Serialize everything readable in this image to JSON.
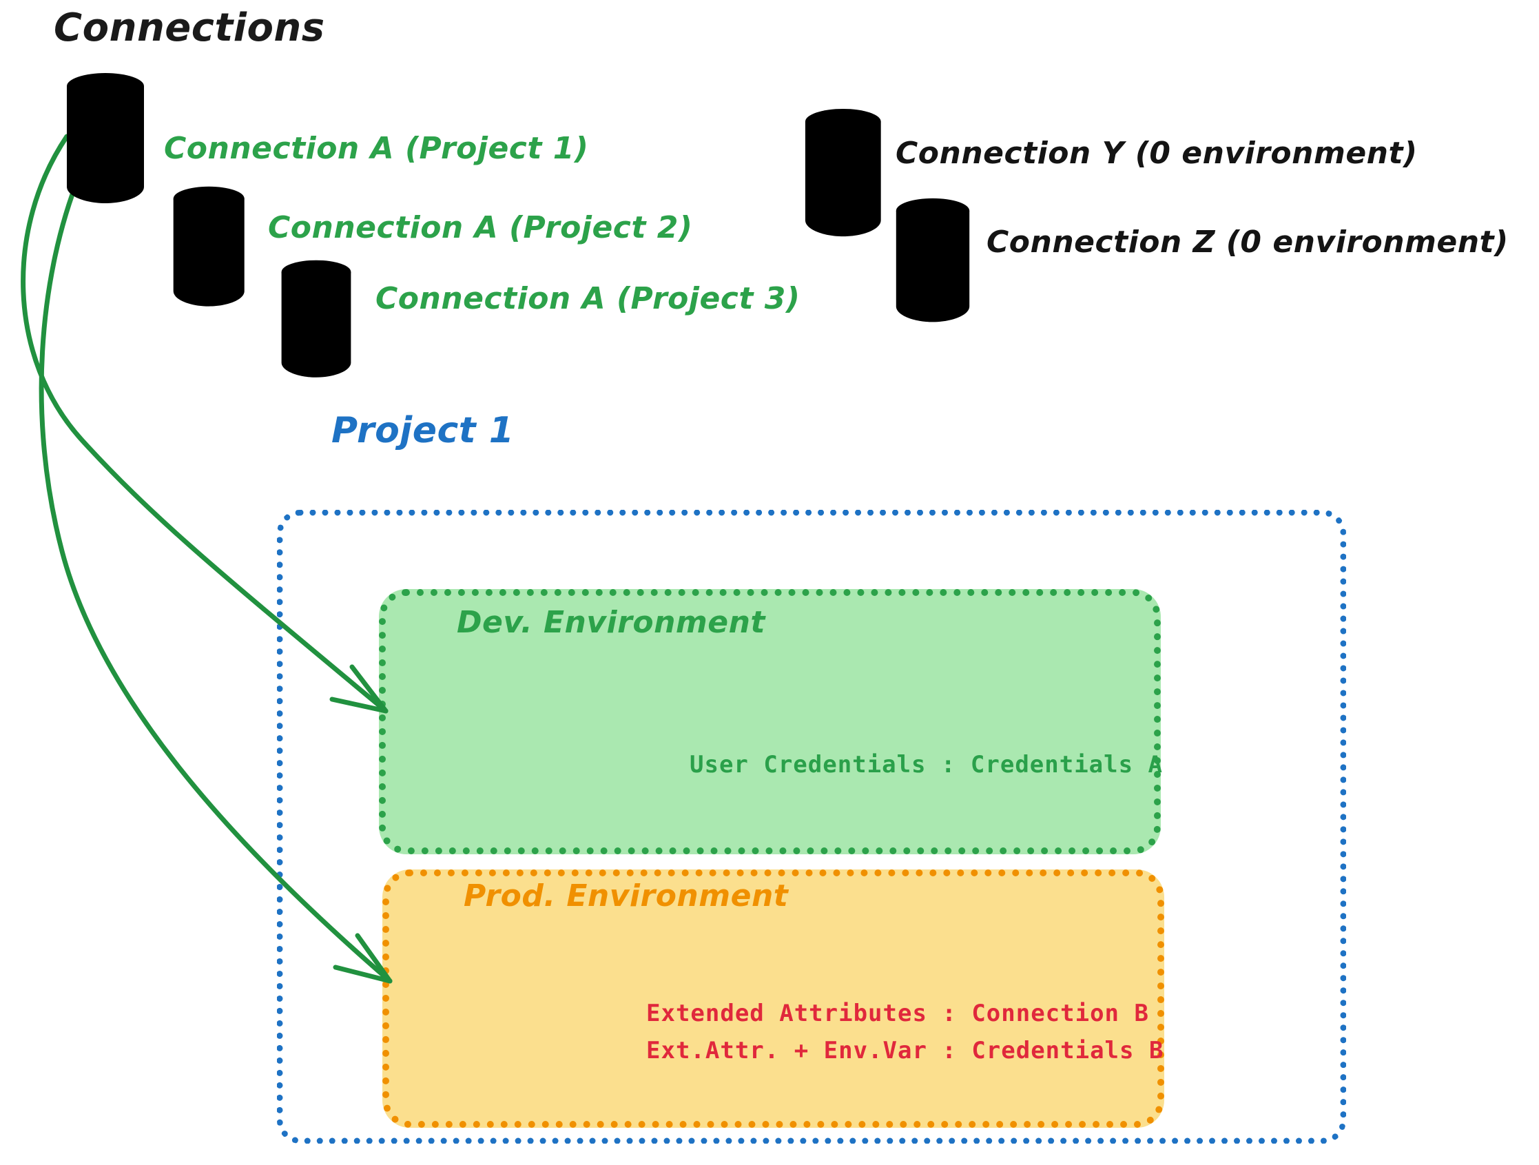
{
  "diagram": {
    "title": "Connections",
    "project_title": "Project 1",
    "connections_green": [
      {
        "label": "Connection A (Project 1)",
        "icon": "database-cylinder-icon",
        "color": "#2ca24a"
      },
      {
        "label": "Connection A (Project 2)",
        "icon": "database-cylinder-icon",
        "color": "#2ca24a"
      },
      {
        "label": "Connection A (Project 3)",
        "icon": "database-cylinder-icon",
        "color": "#2ca24a"
      }
    ],
    "connections_gray": [
      {
        "label": "Connection Y (0 environment)",
        "icon": "database-cylinder-icon",
        "color": "#141414"
      },
      {
        "label": "Connection Z (0 environment)",
        "icon": "database-cylinder-icon",
        "color": "#141414"
      }
    ],
    "environments": [
      {
        "name": "Dev. Environment",
        "accent": "#2ca24a",
        "fill": "#aae8b0",
        "lines": [
          {
            "text": "User Credentials : Credentials A",
            "color": "#2aa04a"
          }
        ]
      },
      {
        "name": "Prod. Environment",
        "accent": "#f09000",
        "fill": "#fbdf8e",
        "lines": [
          {
            "text": "Extended Attributes : Connection B",
            "color": "#e0283c"
          },
          {
            "text": "Ext.Attr. + Env.Var : Credentials B",
            "color": "#e0283c"
          }
        ]
      }
    ],
    "colors": {
      "green": "#2ca24a",
      "green_fill": "#aae8b0",
      "orange": "#f09000",
      "orange_fill": "#fbdf8e",
      "blue": "#1e72c4",
      "red": "#e0283c",
      "black": "#141414",
      "gray_fill": "#ced3dc"
    },
    "arrows": [
      {
        "name": "arrow-conn-a-to-dev",
        "from": "Connection A (Project 1)",
        "to": "Dev. Environment"
      },
      {
        "name": "arrow-conn-a-to-prod",
        "from": "Connection A (Project 1)",
        "to": "Prod. Environment"
      }
    ]
  }
}
